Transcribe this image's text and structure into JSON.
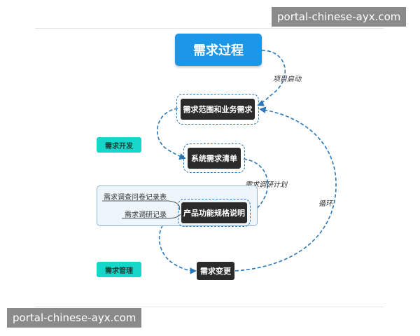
{
  "watermark": {
    "top": "portal-chinese-ayx.com",
    "bottom": "portal-chinese-ayx.com"
  },
  "diagram": {
    "title": "需求过程",
    "nodes": {
      "scope": "需求范围和业务需求",
      "system_list": "系统需求清单",
      "spec": "产品功能规格说明",
      "change": "需求变更"
    },
    "side_labels": {
      "dev": "需求开发",
      "mgmt": "需求管理"
    },
    "panel": {
      "questionnaire": "需求调查问卷记录表",
      "research_record": "需求调研记录"
    },
    "edge_labels": {
      "kickoff": "项目启动",
      "research_plan": "需求调研计划",
      "loop": "循环"
    },
    "colors": {
      "title_bg": "#1c97e8",
      "node_bg": "#2b2b2b",
      "side_label_bg": "#15d6c8",
      "edge": "#2b78b8",
      "panel_bg": "#eef6fb"
    }
  }
}
